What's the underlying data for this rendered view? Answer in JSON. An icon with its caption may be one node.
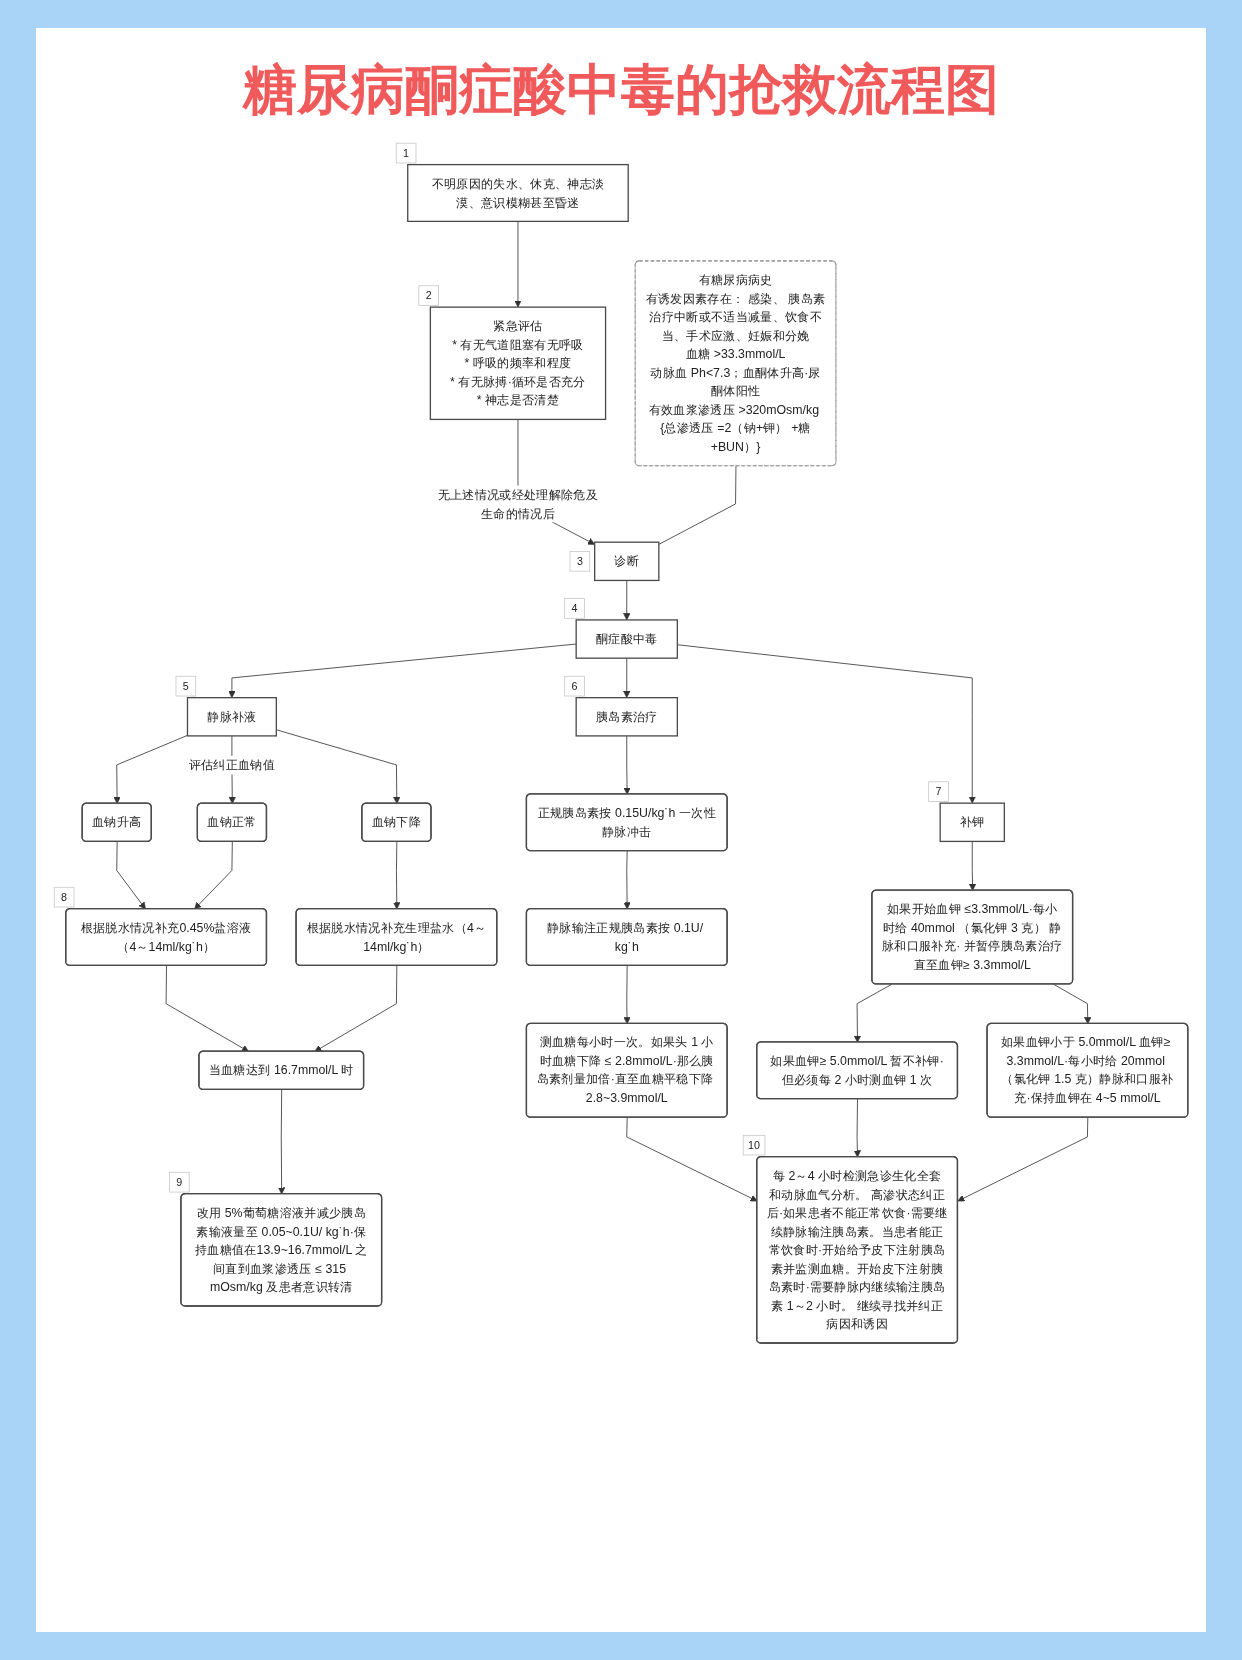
{
  "diagram": {
    "title": "糖尿病酮症酸中毒的抢救流程图",
    "nodes": [
      {
        "text": [
          "不明原因的失水、休克、神志淡漠、意识模糊甚至昏迷"
        ],
        "beside": [
          "1"
        ]
      },
      {
        "text": [
          "紧急评估",
          "* 有无气道阻塞有无呼吸",
          "* 呼吸的频率和程度",
          "* 有无脉搏·循环是否充分",
          "* 神志是否清楚"
        ],
        "beside": [
          "2"
        ]
      },
      {
        "text": [
          "诊断"
        ],
        "beside": [
          "3"
        ]
      },
      {
        "text": [
          "有糖尿病病史",
          "有诱发因素存在： 感染、 胰岛素治疗中断或不适当减量、饮食不当、手术应激、妊娠和分娩",
          "血糖 >33.3mmol/L",
          "动脉血 Ph<7.3；血酮体升高·尿酮体阳性",
          "有效血浆渗透压 >320mOsm/kg {总渗透压 =2（钠+钾） +糖+BUN）}"
        ]
      },
      {
        "text": [
          "酮症酸中毒"
        ],
        "beside": [
          "4"
        ]
      },
      {
        "text": [
          "静脉补液"
        ],
        "beside": [
          "5"
        ]
      },
      {
        "text": [
          "胰岛素治疗"
        ],
        "beside": [
          "6"
        ]
      },
      {
        "text": [
          "补钾"
        ],
        "beside": [
          "7"
        ]
      },
      {
        "text": [
          "血钠升高"
        ]
      },
      {
        "text": [
          "血钠正常"
        ]
      },
      {
        "text": [
          "血钠下降"
        ]
      },
      {
        "text": [
          "根据脱水情况补充0.45%盐溶液（4～14ml/kg˙h）"
        ],
        "beside": [
          "8"
        ]
      },
      {
        "text": [
          "根据脱水情况补充生理盐水（4～14ml/kg˙h）"
        ]
      },
      {
        "text": [
          "当血糖达到 16.7mmol/L 时"
        ]
      },
      {
        "text": [
          "改用 5%葡萄糖溶液并减少胰岛素输液量至 0.05~0.1U/ kg˙h·保持血糖值在13.9~16.7mmol/L 之间直到血浆渗透压 ≤ 315 mOsm/kg 及患者意识转清"
        ],
        "beside": [
          "9"
        ]
      },
      {
        "text": [
          "正规胰岛素按 0.15U/kg˙h 一次性静脉冲击"
        ]
      },
      {
        "text": [
          "静脉输注正规胰岛素按 0.1U/ kg˙h"
        ]
      },
      {
        "text": [
          "测血糖每小时一次。如果头 1 小时血糖下降 ≤ 2.8mmol/L·那么胰岛素剂量加倍·直至血糖平稳下降 2.8~3.9mmol/L"
        ]
      },
      {
        "text": [
          "如果开始血钾 ≤3.3mmol/L·每小时给 40mmol （氯化钾 3 克） 静脉和口服补充· 并暂停胰岛素治疗直至血钾≥ 3.3mmol/L"
        ]
      },
      {
        "text": [
          "如果血钾≥ 5.0mmol/L 暂不补钾·但必须每 2 小时测血钾 1 次"
        ]
      },
      {
        "text": [
          "如果血钾小于 5.0mmol/L 血钾≥ 3.3mmol/L·每小时给 20mmol （氯化钾 1.5 克）静脉和口服补充·保持血钾在 4~5 mmol/L"
        ]
      },
      {
        "text": [
          "每 2～4 小时检测急诊生化全套和动脉血气分析。 高渗状态纠正后·如果患者不能正常饮食·需要继续静脉输注胰岛素。当患者能正常饮食时·开始给予皮下注射胰岛素并监测血糖。开始皮下注射胰岛素时·需要静脉内继续输注胰岛素 1～2 小时。 继续寻找并纠正病因和诱因"
        ],
        "beside": [
          "10"
        ]
      }
    ],
    "edges": [
      {
        "from": 0,
        "to": 1,
        "arrow": "to"
      },
      {
        "from": 1,
        "to": 2,
        "arrow": "to",
        "label": "无上述情况或经处理解除危及生命的情况后"
      },
      {
        "from": 3,
        "to": 2,
        "arrow": "none"
      },
      {
        "from": 2,
        "to": 4,
        "arrow": "to"
      },
      {
        "from": 4,
        "to": 5,
        "arrow": "to"
      },
      {
        "from": 4,
        "to": 6,
        "arrow": "to"
      },
      {
        "from": 4,
        "to": 7,
        "arrow": "to"
      },
      {
        "from": 5,
        "to": 8,
        "arrow": "to"
      },
      {
        "from": 5,
        "to": 9,
        "arrow": "to",
        "label": "评估纠正血钠值"
      },
      {
        "from": 5,
        "to": 10,
        "arrow": "to"
      },
      {
        "from": 8,
        "to": 11,
        "arrow": "to"
      },
      {
        "from": 9,
        "to": 11,
        "arrow": "to"
      },
      {
        "from": 10,
        "to": 12,
        "arrow": "to"
      },
      {
        "from": 11,
        "to": 13,
        "arrow": "to"
      },
      {
        "from": 12,
        "to": 13,
        "arrow": "to"
      },
      {
        "from": 13,
        "to": 14,
        "arrow": "to"
      },
      {
        "from": 6,
        "to": 15,
        "arrow": "to"
      },
      {
        "from": 15,
        "to": 16,
        "arrow": "to"
      },
      {
        "from": 16,
        "to": 17,
        "arrow": "to"
      },
      {
        "from": 7,
        "to": 18,
        "arrow": "to"
      },
      {
        "from": 18,
        "to": 19,
        "arrow": "to"
      },
      {
        "from": 18,
        "to": 20,
        "arrow": "to"
      },
      {
        "from": 17,
        "to": 21,
        "arrow": "to"
      },
      {
        "from": 19,
        "to": 21,
        "arrow": "to"
      },
      {
        "from": 20,
        "to": 21,
        "arrow": "to"
      }
    ]
  }
}
